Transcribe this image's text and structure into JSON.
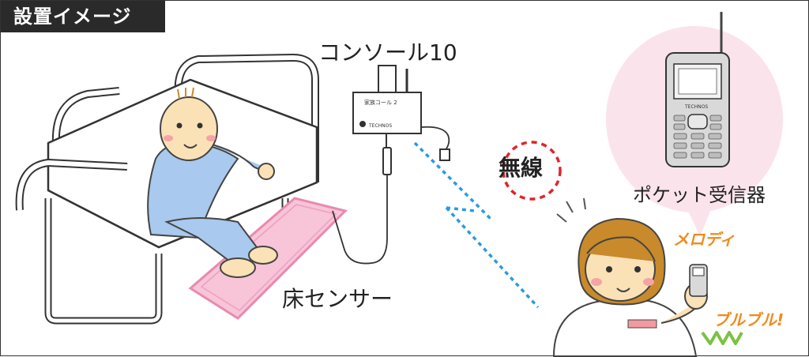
{
  "header": {
    "title": "設置イメージ"
  },
  "labels": {
    "console": "コンソール10",
    "floor_sensor": "床センサー",
    "pocket_receiver": "ポケット受信器",
    "wireless": "無線",
    "melody": "メロディ",
    "buzz": "ブルブル!"
  },
  "console_device": {
    "name": "家族コール 2",
    "brand": "TECHNOS"
  },
  "handset": {
    "brand": "TECHNOS"
  },
  "colors": {
    "header_bg": "#2a2a2a",
    "patient_clothes": "#a9c9ee",
    "floor_mat": "#f7c4d8",
    "receiver_bubble": "#fbe3ec",
    "wireless_signal": "#2a9be0",
    "wireless_circle": "#e0242a",
    "melody_text": "#f08a1c",
    "vibration": "#7cc242"
  }
}
